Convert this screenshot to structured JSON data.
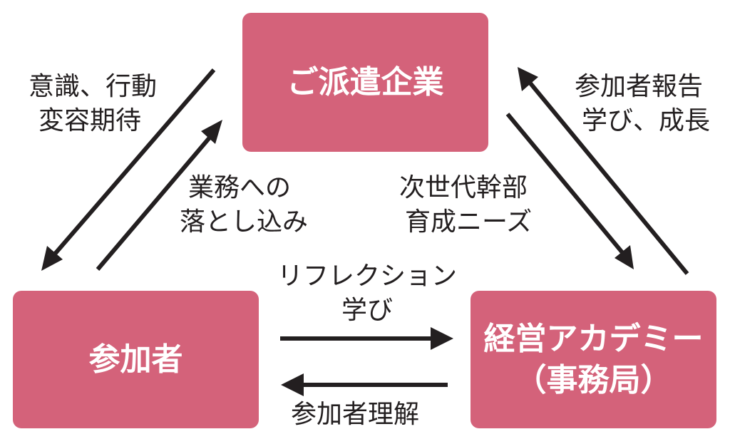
{
  "nodes": {
    "company": "ご派遣企業",
    "participant": "参加者",
    "academy_line1": "経営アカデミー",
    "academy_line2": "（事務局）"
  },
  "labels": {
    "company_to_participant": [
      "意識、行動",
      "変容期待"
    ],
    "participant_to_company": [
      "業務への",
      "落とし込み"
    ],
    "company_to_academy": [
      "次世代幹部",
      "育成ニーズ"
    ],
    "academy_to_company": [
      "参加者報告",
      "学び、成長"
    ],
    "participant_to_academy": [
      "リフレクション",
      "学び"
    ],
    "academy_to_participant": [
      "参加者理解"
    ]
  },
  "colors": {
    "node_fill": "#d4627a",
    "node_text": "#ffffff",
    "arrow": "#231f20",
    "text": "#231f20"
  }
}
